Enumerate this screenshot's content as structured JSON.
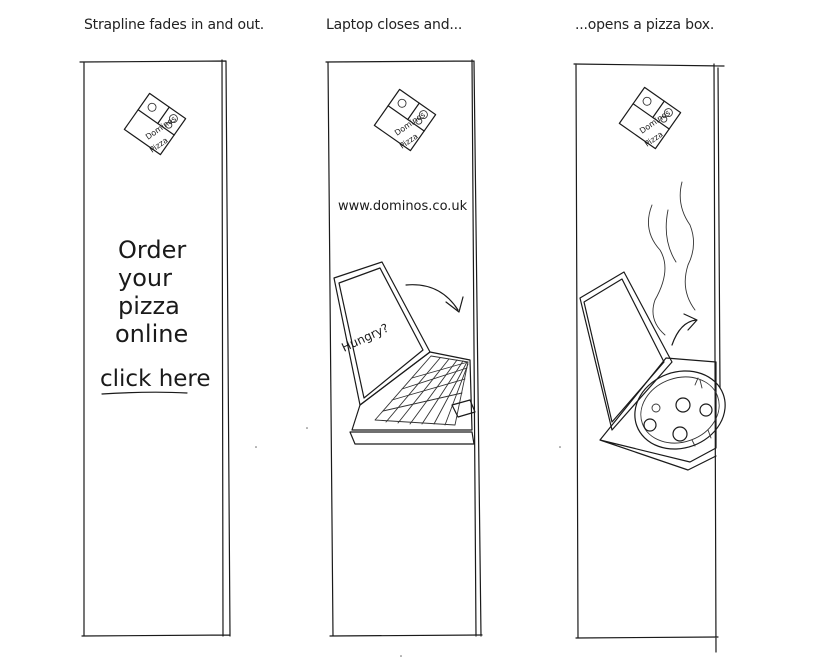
{
  "frames": [
    {
      "caption": "Strapline fades in and out.",
      "logo_line1": "Dominos",
      "logo_line2": "Pizza",
      "strapline": [
        "Order",
        "your",
        "pizza",
        "online"
      ],
      "cta": "click here"
    },
    {
      "caption": "Laptop closes and...",
      "logo_line1": "Dominos",
      "logo_line2": "Pizza",
      "url": "www.dominos.co.uk",
      "screen_text": "Hungry?"
    },
    {
      "caption": "...opens a pizza box.",
      "logo_line1": "Dominos",
      "logo_line2": "Pizza"
    }
  ]
}
